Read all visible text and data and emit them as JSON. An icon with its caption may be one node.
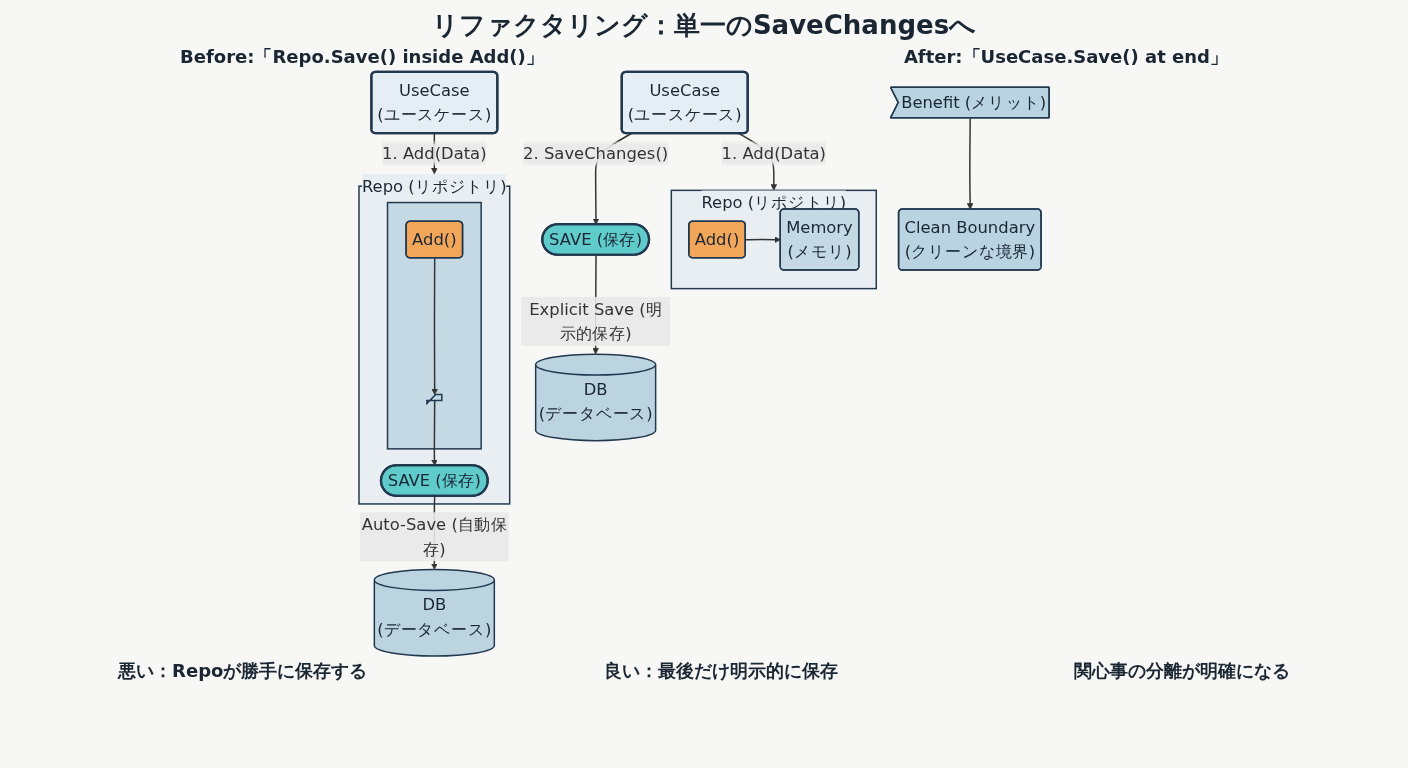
{
  "diagram": {
    "title": "リファクタリング：単一のSaveChangesへ",
    "nodes": [
      {
        "text": [
          "UseCase",
          "(ユースケース)"
        ]
      },
      {
        "text": [
          "Repo (リポジトリ)"
        ]
      },
      {
        "text": [],
        "shape": "box",
        "in": 1
      },
      {
        "text": [
          "Add()"
        ],
        "in": 2
      },
      {
        "text": [],
        "shape": "card",
        "in": 2
      },
      {
        "text": [
          "SAVE (保存)"
        ],
        "in": 1
      },
      {
        "text": [
          "DB",
          "(データベース)"
        ]
      },
      {
        "text": [
          "UseCase",
          "(ユースケース)"
        ]
      },
      {
        "text": [
          "Repo (リポジトリ)"
        ]
      },
      {
        "text": [
          "Add()"
        ],
        "in": 8
      },
      {
        "text": [
          "Memory",
          "(メモリ)"
        ],
        "in": 8
      },
      {
        "text": [
          "SAVE (保存)"
        ]
      },
      {
        "text": [
          "DB",
          "(データベース)"
        ]
      },
      {
        "text": [
          "Benefit (メリット)"
        ]
      },
      {
        "text": [
          "Clean Boundary",
          "(クリーンな境界)"
        ]
      }
    ],
    "edges": [
      {
        "from": 0,
        "to": 1,
        "arrow": "to",
        "label": "1. Add(Data)"
      },
      {
        "from": 3,
        "to": 4,
        "arrow": "to"
      },
      {
        "from": 4,
        "to": 5,
        "arrow": "to"
      },
      {
        "from": 5,
        "to": 6,
        "arrow": "to",
        "label": "Auto-Save (自動保存)"
      },
      {
        "from": 7,
        "to": 8,
        "arrow": "to",
        "label": "1. Add(Data)"
      },
      {
        "from": 9,
        "to": 10,
        "arrow": "to"
      },
      {
        "from": 7,
        "to": 11,
        "arrow": "to",
        "label": "2. SaveChanges()"
      },
      {
        "from": 11,
        "to": 12,
        "arrow": "to",
        "label": "Explicit Save (明示的保存)"
      },
      {
        "from": 13,
        "to": 14,
        "arrow": "to"
      }
    ],
    "labels": [
      "Before:「Repo.Save() inside Add()」",
      "After:「UseCase.Save() at end」",
      "悪い：Repoが勝手に保存する",
      "良い：最後だけ明示的に保存",
      "関心事の分離が明確になる"
    ]
  }
}
